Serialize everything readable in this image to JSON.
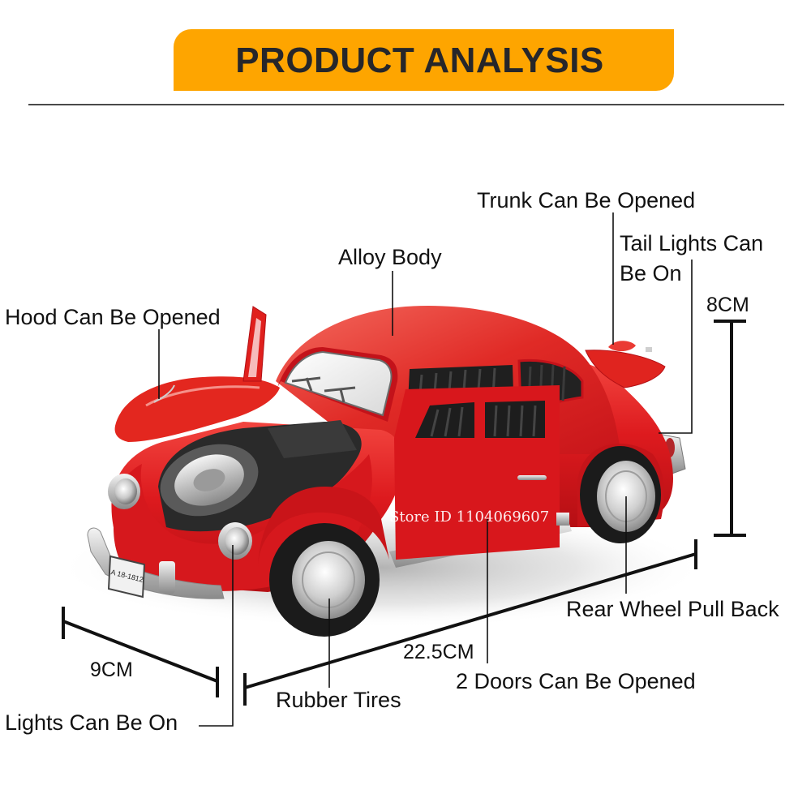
{
  "header": {
    "title": "PRODUCT ANALYSIS",
    "banner_color": "#fea500",
    "title_color": "#26262a"
  },
  "product": {
    "subject": "red classic beetle die-cast model car",
    "body_color": "#dc1a1f",
    "license_plate": "A 18-1812",
    "watermark": "Store ID 1104069607"
  },
  "features": {
    "trunk": "Trunk Can Be Opened",
    "tail_lights": "Tail Lights Can Be On",
    "alloy_body": "Alloy Body",
    "hood": "Hood Can Be Opened",
    "rear_wheel": "Rear Wheel Pull Back",
    "doors": "2 Doors Can Be Opened",
    "tires": "Rubber Tires",
    "lights": "Lights Can Be On"
  },
  "dimensions": {
    "height": "8CM",
    "width": "9CM",
    "length": "22.5CM"
  }
}
